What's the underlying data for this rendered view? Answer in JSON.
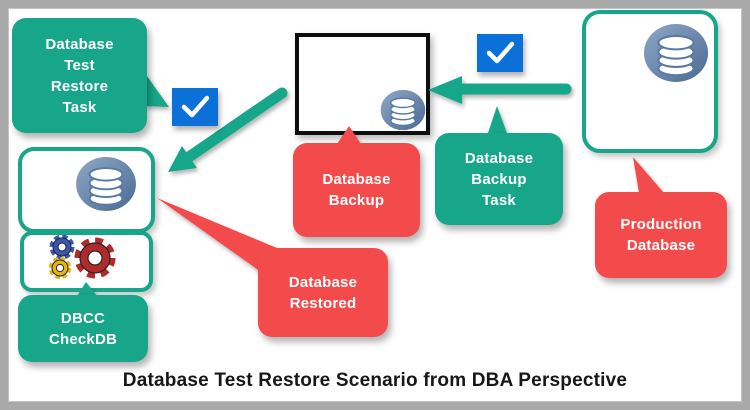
{
  "title": "Database Test Restore Scenario from DBA Perspective",
  "colors": {
    "teal": "#17a689",
    "red": "#f34b4b",
    "checkbox_blue": "#0b71d8",
    "db_icon_blue": "#4a6a93",
    "gear_red": "#b02a2a",
    "gear_blue": "#3a55b5",
    "gear_yellow": "#e9b411",
    "frame_gray": "#a9a9a9",
    "black_box_border": "#0e0e0e"
  },
  "callouts": {
    "test_restore_task": {
      "label": "Database\nTest\nRestore\nTask"
    },
    "database_backup": {
      "label": "Database\nBackup"
    },
    "database_backup_task": {
      "label": "Database\nBackup\nTask"
    },
    "production_database": {
      "label": "Production\nDatabase"
    },
    "database_restored": {
      "label": "Database\nRestored"
    },
    "dbcc_checkdb": {
      "label": "DBCC\nCheckDB"
    }
  },
  "icons": {
    "database": "database-icon",
    "gears": "gears-icon",
    "checked_checkbox": "check-icon"
  }
}
